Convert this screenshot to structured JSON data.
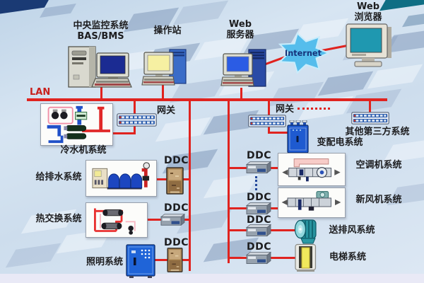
{
  "colors": {
    "bus_red": "#e0231f",
    "internet_blue": "#55bdec",
    "cabinet_blue": "#1f64d8",
    "fan_teal": "#27929e"
  },
  "top": {
    "central_line1": "中央监控系统",
    "central_line2": "BAS/BMS",
    "operator": "操作站",
    "web_server_line1": "Web",
    "web_server_line2": "服务器",
    "internet": "Internet",
    "web_browser_line1": "Web",
    "web_browser_line2": "浏览器"
  },
  "lan_label": "LAN",
  "gateway_left": "网关",
  "gateway_right": "网关",
  "ddc": "DDC",
  "systems": {
    "chiller": "冷水机系统",
    "water_supply": "给排水系统",
    "heat_exchange": "热交换系统",
    "lighting": "照明系统",
    "third_party": "其他第三方系统",
    "power_distribution": "变配电系统",
    "air_conditioning": "空调机系统",
    "fresh_air": "新风机系统",
    "supply_exhaust": "送排风系统",
    "elevator": "电梯系统"
  }
}
